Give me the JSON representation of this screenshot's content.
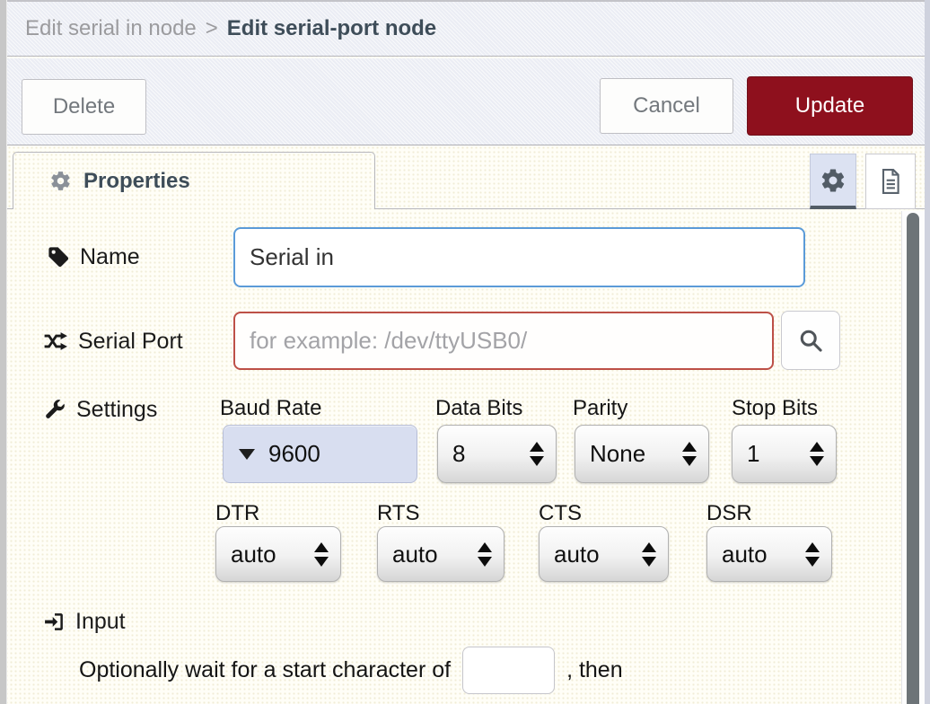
{
  "breadcrumb": {
    "parent": "Edit serial in node",
    "separator": ">",
    "current": "Edit serial-port node"
  },
  "toolbar": {
    "delete_label": "Delete",
    "cancel_label": "Cancel",
    "update_label": "Update"
  },
  "tabs": {
    "properties_label": "Properties"
  },
  "form": {
    "name": {
      "label": "Name",
      "value": "Serial in"
    },
    "serial_port": {
      "label": "Serial Port",
      "placeholder": "for example: /dev/ttyUSB0/"
    },
    "settings": {
      "label": "Settings",
      "baud_rate": {
        "label": "Baud Rate",
        "value": "9600"
      },
      "data_bits": {
        "label": "Data Bits",
        "value": "8"
      },
      "parity": {
        "label": "Parity",
        "value": "None"
      },
      "stop_bits": {
        "label": "Stop Bits",
        "value": "1"
      },
      "dtr": {
        "label": "DTR",
        "value": "auto"
      },
      "rts": {
        "label": "RTS",
        "value": "auto"
      },
      "cts": {
        "label": "CTS",
        "value": "auto"
      },
      "dsr": {
        "label": "DSR",
        "value": "auto"
      }
    },
    "input_section": {
      "label": "Input",
      "wait_text_before": "Optionally wait for a start character of",
      "start_char_value": "",
      "wait_text_after": ", then"
    }
  },
  "icons": {
    "properties_tab": "gear-icon",
    "name": "tag-icon",
    "serial_port": "shuffle-icon",
    "settings": "wrench-icon",
    "input_section": "sign-in-icon",
    "search": "magnifier-icon",
    "doc_button": "document-icon"
  },
  "colors": {
    "update_button": "#8e101d",
    "focus_border": "#5b9bd8",
    "error_border": "#bd5047",
    "header_bg": "#ebedf4",
    "form_bg": "#fffef7"
  }
}
